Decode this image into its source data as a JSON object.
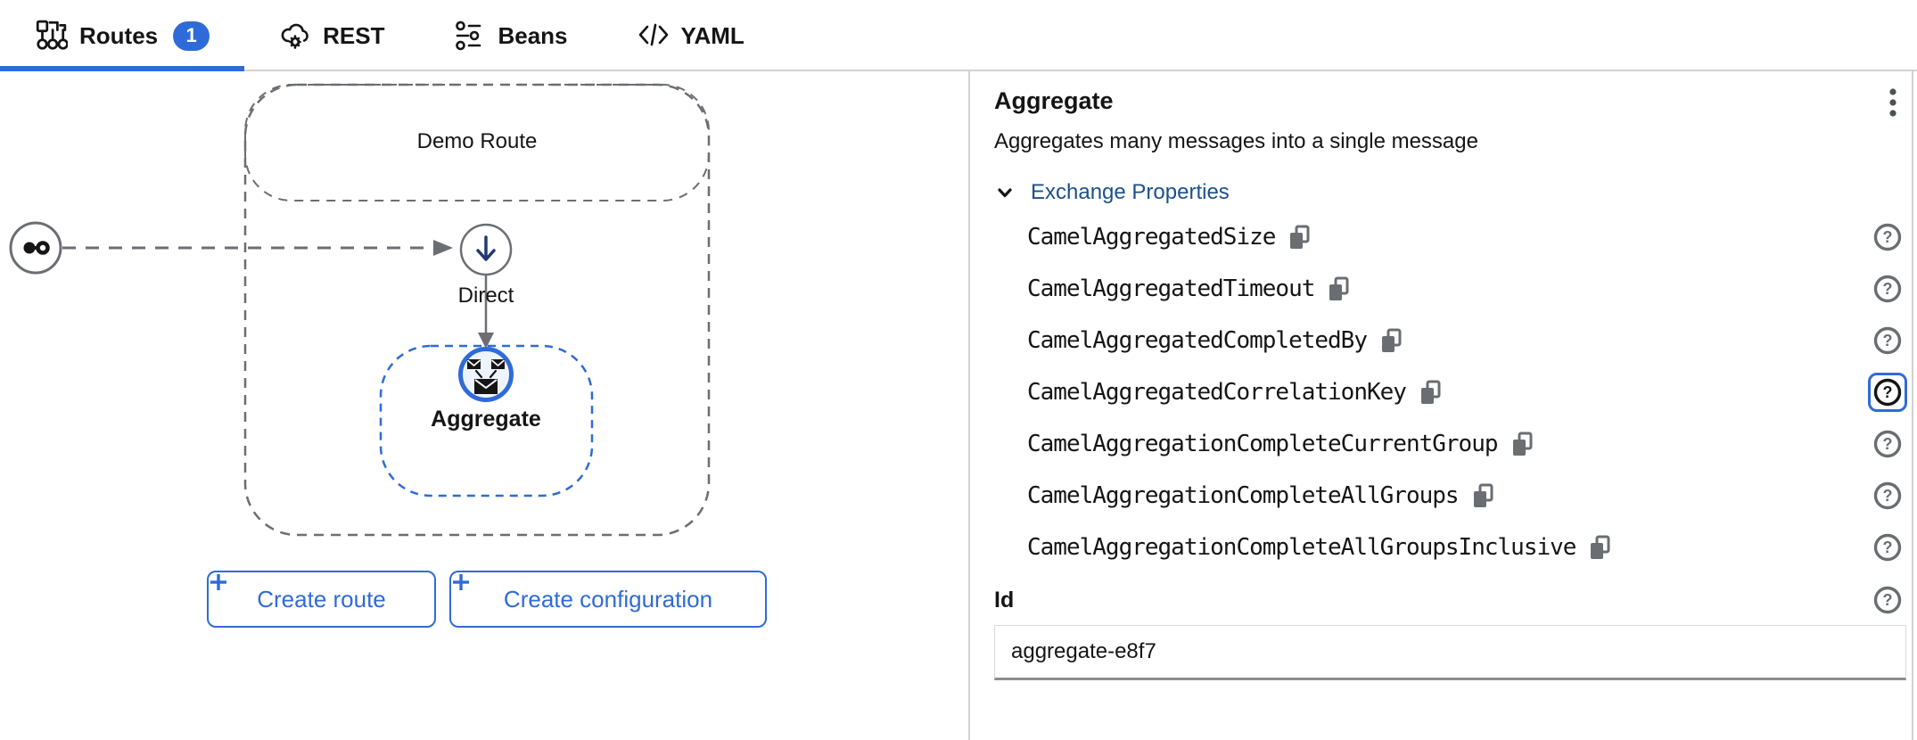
{
  "colors": {
    "accent": "#2f6bd8",
    "link": "#1d4f8c",
    "gray_stroke": "#6b6e73",
    "icon_gray": "#6a6e73",
    "border": "#d2d2d2",
    "node_fill": "#eef4fc",
    "arrow_navy": "#223a70",
    "input_bottom": "#8a8d90",
    "text": "#151515"
  },
  "tabs": [
    {
      "label": "Routes",
      "badge": "1",
      "active": true
    },
    {
      "label": "REST",
      "active": false
    },
    {
      "label": "Beans",
      "active": false
    },
    {
      "label": "YAML",
      "active": false
    }
  ],
  "canvas": {
    "route_group_label": "Demo Route",
    "direct_node_label": "Direct",
    "aggregate_node_label": "Aggregate",
    "buttons": {
      "create_route": "Create route",
      "create_configuration": "Create configuration"
    }
  },
  "panel": {
    "title": "Aggregate",
    "description": "Aggregates many messages into a single message",
    "section_label": "Exchange Properties",
    "properties": [
      "CamelAggregatedSize",
      "CamelAggregatedTimeout",
      "CamelAggregatedCompletedBy",
      "CamelAggregatedCorrelationKey",
      "CamelAggregationCompleteCurrentGroup",
      "CamelAggregationCompleteAllGroups",
      "CamelAggregationCompleteAllGroupsInclusive"
    ],
    "focused_property_index": 3,
    "id_field": {
      "label": "Id",
      "value": "aggregate-e8f7"
    }
  }
}
